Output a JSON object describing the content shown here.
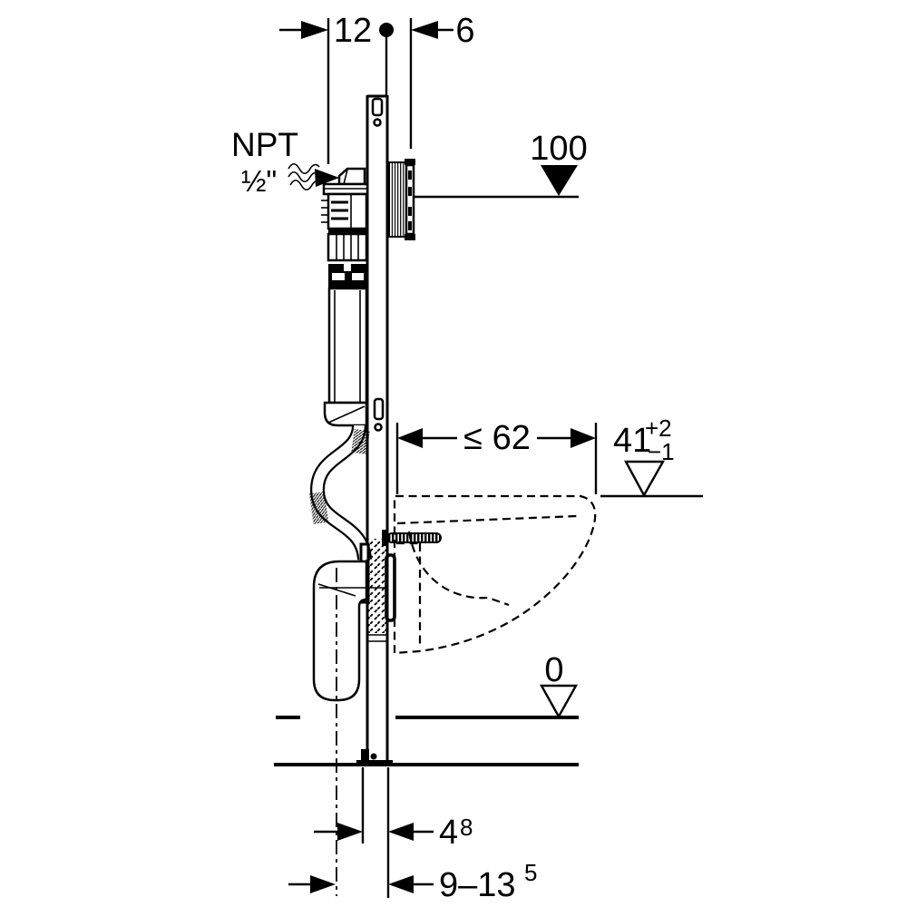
{
  "drawing": {
    "type": "technical-installation-diagram",
    "colors": {
      "ink": "#000000",
      "paper": "#ffffff"
    },
    "annotations": {
      "npt_label": "NPT",
      "npt_size": "½\"",
      "dim_top_front": "12",
      "dim_top_back": "6",
      "level_top": "100",
      "dim_outlet_width": "≤ 62",
      "dim_pan_height": "41",
      "dim_pan_height_tol_plus": "+2",
      "dim_pan_height_tol_minus": "−1",
      "level_floor": "0",
      "dim_foot_depth": "4",
      "dim_foot_depth_sup": "8",
      "dim_drain_range": "9–13",
      "dim_drain_range_sup": "5"
    }
  }
}
